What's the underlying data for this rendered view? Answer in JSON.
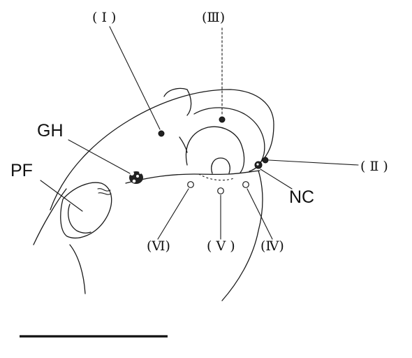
{
  "labels": {
    "I": "( I )",
    "III": "(Ⅲ)",
    "II": "( Ⅱ )",
    "IV": "(Ⅳ)",
    "V": "( V )",
    "VI": "(Ⅵ)",
    "GH": "GH",
    "PF": "PF",
    "NC": "NC"
  },
  "colors": {
    "ink": "#1a1a1a",
    "background": "#ffffff"
  }
}
